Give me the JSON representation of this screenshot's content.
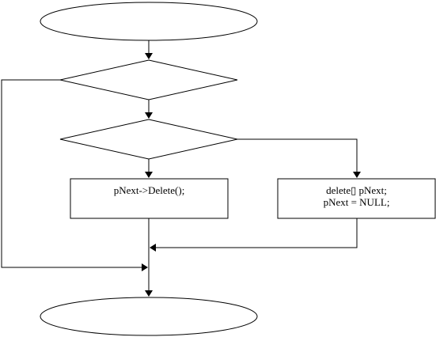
{
  "diagram": {
    "start_terminal": "",
    "decision_1": "",
    "decision_2": "",
    "process_left": "pNext->Delete();",
    "process_right_line1": "delete▯ pNext;",
    "process_right_line2": "pNext = NULL;",
    "end_terminal": ""
  }
}
